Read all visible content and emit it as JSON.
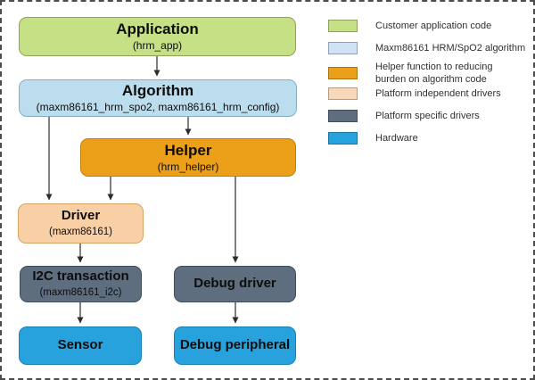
{
  "nodes": [
    {
      "id": "application",
      "title": "Application",
      "subtitle": "(hrm_app)",
      "fill": "#c6e086",
      "border": "#8fa356"
    },
    {
      "id": "algorithm",
      "title": "Algorithm",
      "subtitle": "(maxm86161_hrm_spo2, maxm86161_hrm_config)",
      "fill": "#bcdded",
      "border": "#85aec4"
    },
    {
      "id": "helper",
      "title": "Helper",
      "subtitle": "(hrm_helper)",
      "fill": "#eca019",
      "border": "#c17d05"
    },
    {
      "id": "driver",
      "title": "Driver",
      "subtitle": "(maxm86161)",
      "fill": "#f9d0a5",
      "border": "#d7a366"
    },
    {
      "id": "i2c_transaction",
      "title": "I2C transaction",
      "subtitle": "(maxm86161_i2c)",
      "fill": "#5e6e7f",
      "border": "#3f4c59"
    },
    {
      "id": "sensor",
      "title": "Sensor",
      "subtitle": "",
      "fill": "#28a2dc",
      "border": "#1a80b4"
    },
    {
      "id": "debug_driver",
      "title": "Debug driver",
      "subtitle": "",
      "fill": "#5e6e7f",
      "border": "#3f4c59"
    },
    {
      "id": "debug_peripheral",
      "title": "Debug peripheral",
      "subtitle": "",
      "fill": "#28a2dc",
      "border": "#1a80b4"
    }
  ],
  "legend": {
    "items": [
      {
        "label": "Customer application code",
        "color": "#c6e086"
      },
      {
        "label": "Maxm86161 HRM/SpO2 algorithm",
        "color": "#cfe1f5"
      },
      {
        "label": "Helper function to reducing\nburden on algorithm code",
        "color": "#eca019"
      },
      {
        "label": "Platform independent drivers",
        "color": "#f8d8b8"
      },
      {
        "label": "Platform specific drivers",
        "color": "#5e6e7f"
      },
      {
        "label": "Hardware",
        "color": "#28a2dc"
      }
    ]
  }
}
